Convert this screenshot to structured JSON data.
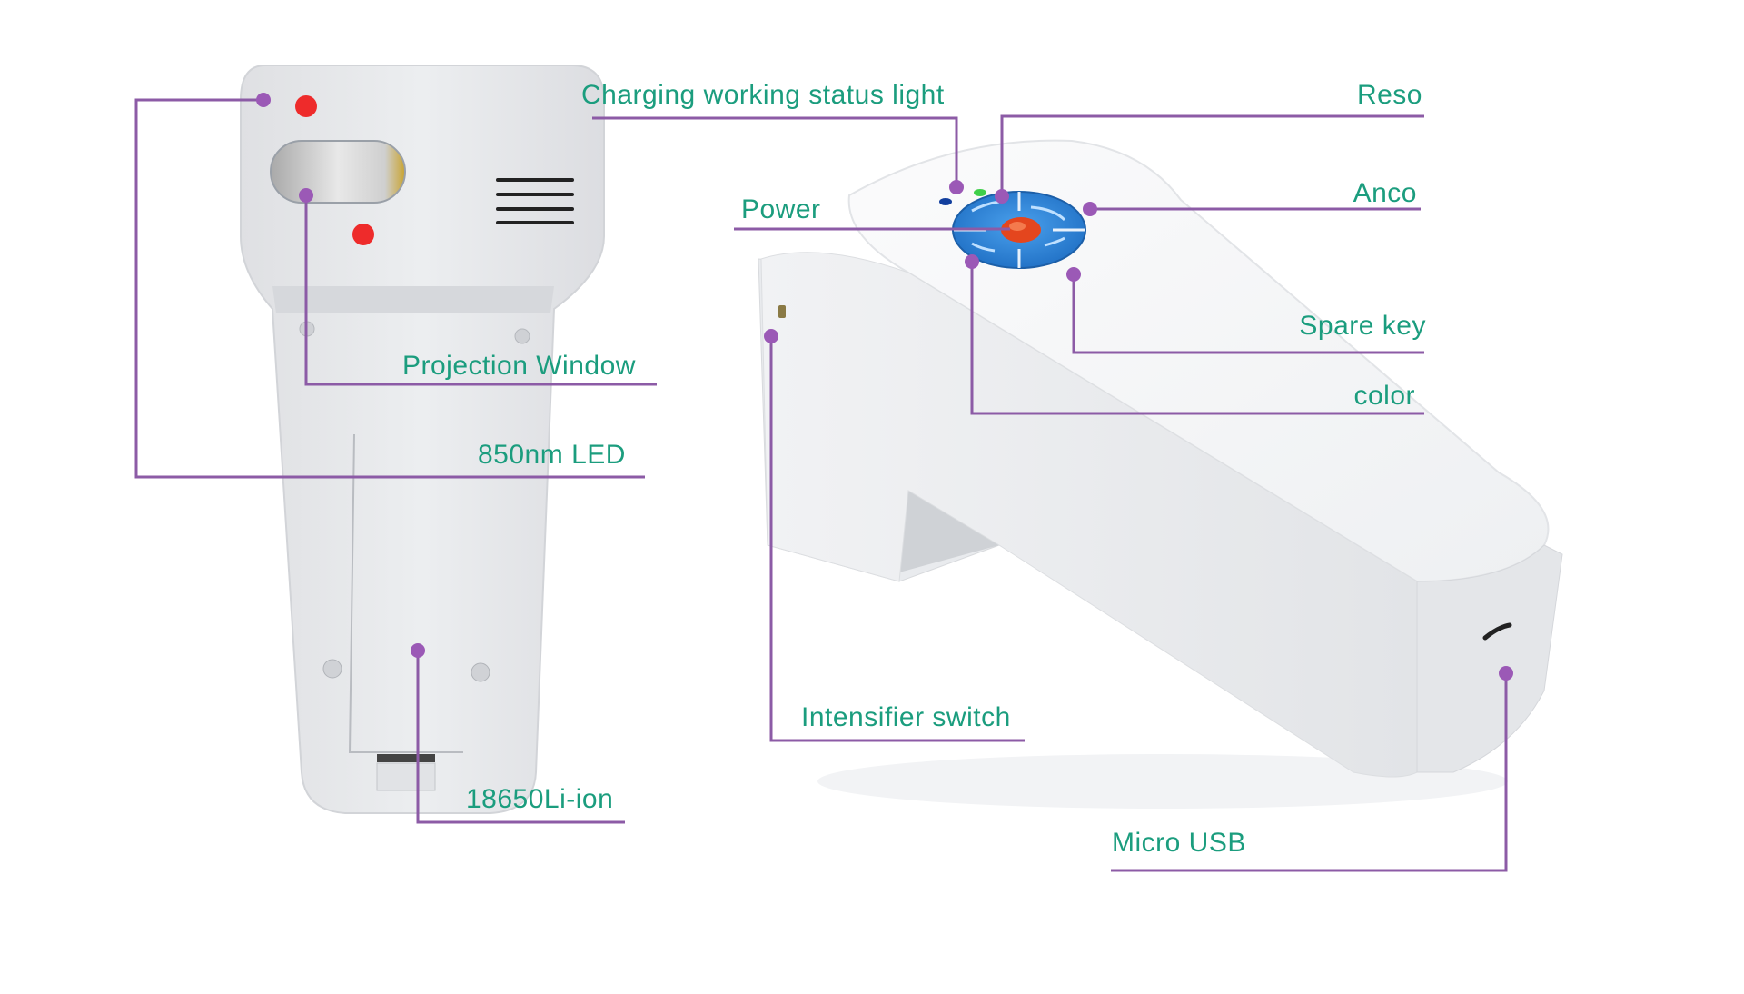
{
  "colors": {
    "label_text": "#1b9d7e",
    "leader_line": "#8c5ba6",
    "leader_dot": "#9b59b6",
    "device_body": "#e6e7ea",
    "device_shade": "#d3d5d9",
    "led_red": "#ee2b2b",
    "button_ring": "#2f86d8",
    "power_button": "#e4461e",
    "status_green": "#3fcf4a",
    "status_blue": "#123f9e"
  },
  "icons": [
    "led-dot-icon",
    "power-button-icon",
    "key-segment-icon",
    "vent-slot-icon",
    "usb-port-icon"
  ],
  "labels": {
    "charging_status": "Charging working status light",
    "reso": "Reso",
    "power": "Power",
    "anco": "Anco",
    "spare_key": "Spare key",
    "color": "color",
    "projection_window": "Projection Window",
    "led_850": "850nm LED",
    "battery": "18650Li-ion",
    "intensifier": "Intensifier switch",
    "micro_usb": "Micro USB"
  }
}
